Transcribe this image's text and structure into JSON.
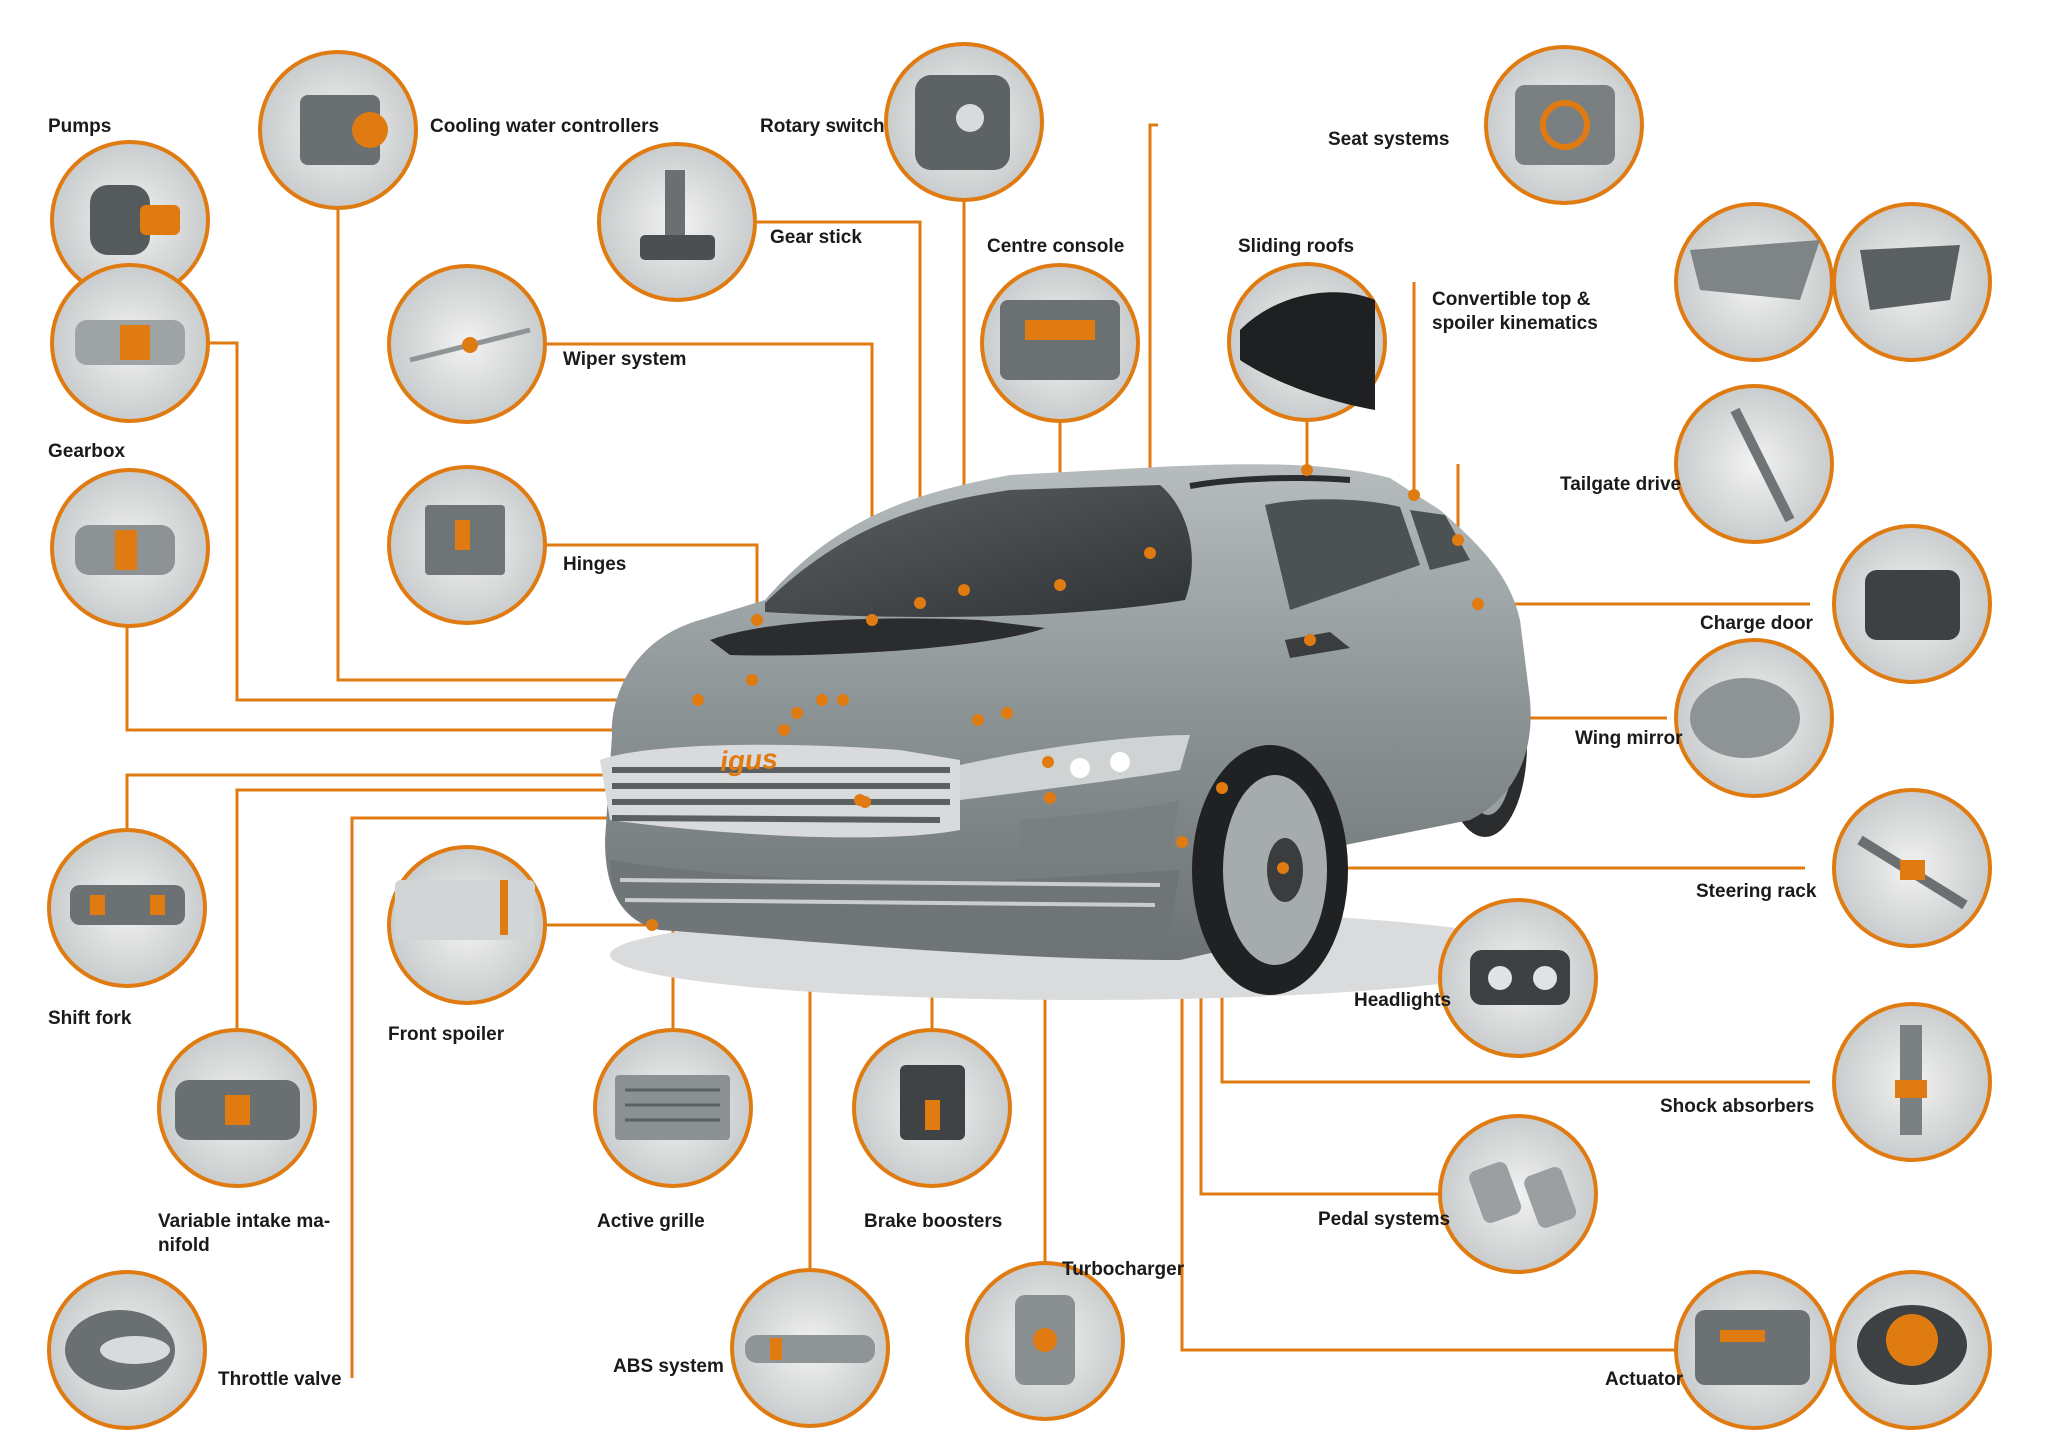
{
  "colors": {
    "accent": "#e07b12",
    "body_grey": "#8e9597",
    "dark_grey": "#3a3c3e"
  },
  "brand": "igus",
  "labels": {
    "pumps": "Pumps",
    "cooling_water_controllers": "Cooling water controllers",
    "rotary_switch": "Rotary switch",
    "seat_systems": "Seat systems",
    "gear_stick": "Gear stick",
    "centre_console": "Centre console",
    "sliding_roofs": "Sliding roofs",
    "convertible_top": "Convertible top & spoiler kinematics",
    "wiper_system": "Wiper system",
    "gearbox": "Gearbox",
    "tailgate_drive": "Tailgate drive",
    "hinges": "Hinges",
    "charge_door": "Charge door",
    "wing_mirror": "Wing mirror",
    "steering_rack": "Steering rack",
    "shift_fork": "Shift fork",
    "front_spoiler": "Front spoiler",
    "headlights": "Headlights",
    "shock_absorbers": "Shock absorbers",
    "variable_intake_manifold": "Variable intake ma-nifold",
    "active_grille": "Active grille",
    "brake_boosters": "Brake boosters",
    "pedal_systems": "Pedal systems",
    "turbocharger": "Turbocharger",
    "abs_system": "ABS system",
    "throttle_valve": "Throttle valve",
    "actuator": "Actuator"
  }
}
